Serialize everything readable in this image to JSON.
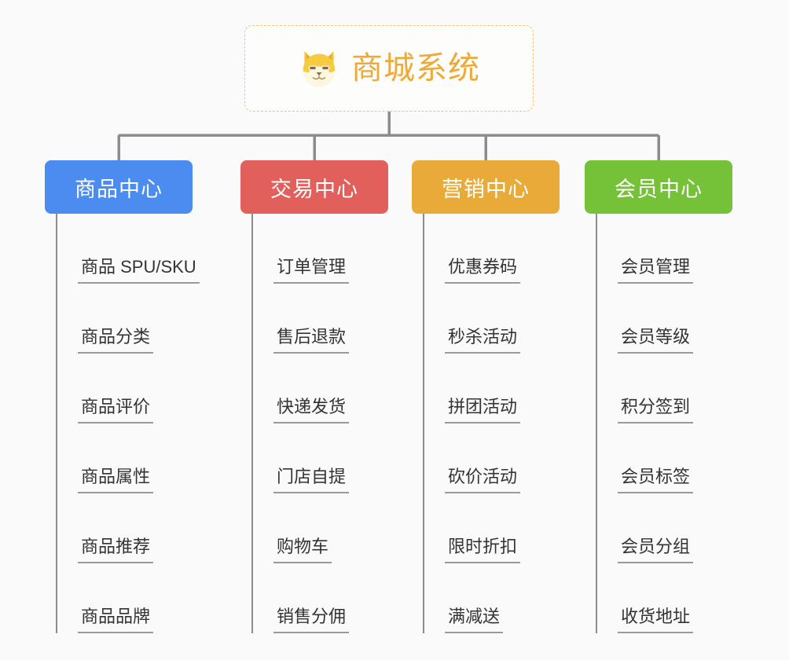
{
  "diagram": {
    "type": "mindmap",
    "background_color": "#fafafa",
    "root": {
      "title": "商城系统",
      "icon": "shiba-dog-face-icon",
      "text_color": "#eeaa38",
      "border_color": "#f0c571",
      "border_style": "dashed"
    },
    "branches": [
      {
        "label": "商品中心",
        "color": "#4a8cf0",
        "items": [
          "商品 SPU/SKU",
          "商品分类",
          "商品评价",
          "商品属性",
          "商品推荐",
          "商品品牌"
        ]
      },
      {
        "label": "交易中心",
        "color": "#e2605c",
        "items": [
          "订单管理",
          "售后退款",
          "快递发货",
          "门店自提",
          "购物车",
          "销售分佣"
        ]
      },
      {
        "label": "营销中心",
        "color": "#e9ab38",
        "items": [
          "优惠券码",
          "秒杀活动",
          "拼团活动",
          "砍价活动",
          "限时折扣",
          "满减送"
        ]
      },
      {
        "label": "会员中心",
        "color": "#75c239",
        "items": [
          "会员管理",
          "会员等级",
          "积分签到",
          "会员标签",
          "会员分组",
          "收货地址"
        ]
      }
    ],
    "connector_color": "#8c8c8c"
  }
}
